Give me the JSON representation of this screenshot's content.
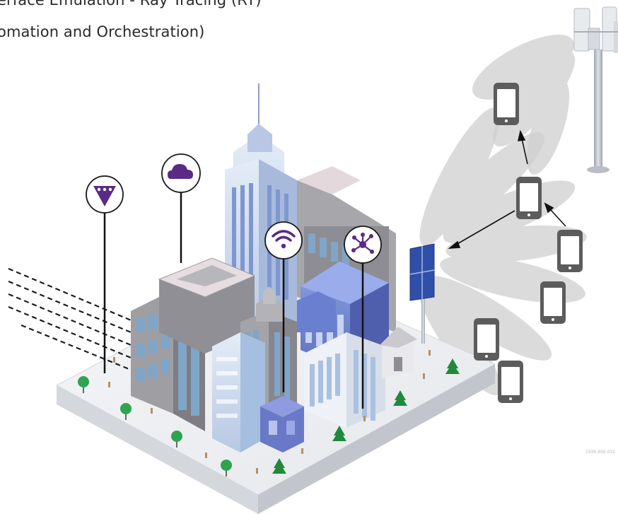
{
  "header": {
    "line1": "erface Emulation - Ray Tracing (RT)",
    "line2": "omation and Orchestration)"
  },
  "footer": {
    "part_number": "1936.900.032"
  },
  "icons": {
    "left_pin": "viavi-logo-icon",
    "cloud_pin": "cloud-icon",
    "wifi_pin": "wifi-icon",
    "network_pin": "network-hub-icon",
    "phone": "smartphone-icon",
    "tower": "cell-tower-icon",
    "panel": "antenna-panel-icon"
  },
  "colors": {
    "purple": "#5b2a86",
    "building_light": "#c9d6ea",
    "building_blue": "#6f80c9",
    "building_grey": "#8b8b8f",
    "beam_grey": "#cfcfcf",
    "phone": "#5c5c5c"
  }
}
